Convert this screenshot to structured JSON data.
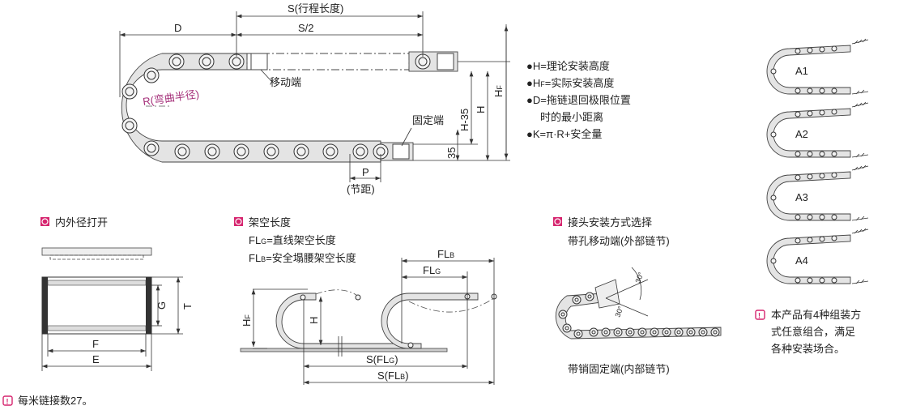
{
  "main": {
    "stroke_label": "S(行程长度)",
    "half_stroke": "S/2",
    "d_label": "D",
    "radius_label": "R(弯曲半径)",
    "moving_end": "移动端",
    "fixed_end": "固定端",
    "pitch": "P",
    "pitch_cn": "(节距)",
    "h35": "H-35",
    "h": "H",
    "hf_h": "H",
    "hf_f": "F",
    "dim35": "35"
  },
  "legend": [
    {
      "pre": "●H=",
      "text": "理论安装高度"
    },
    {
      "pre": "●H",
      "sub": "F",
      "text": "=实际安装高度"
    },
    {
      "pre": "●D=",
      "text": "拖链退回极限位置"
    },
    {
      "pre": "",
      "text": "时的最小距离"
    },
    {
      "pre": "●K=π·R+",
      "text": "安全量"
    }
  ],
  "open": {
    "title": "内外径打开",
    "F": "F",
    "E": "E",
    "G": "G",
    "T": "T"
  },
  "span": {
    "title": "架空长度",
    "line1_a": "FL",
    "line1_sub": "G",
    "line1_b": "=直线架空长度",
    "line2_a": "FL",
    "line2_sub": "B",
    "line2_b": "=安全塌腰架空长度",
    "flb": "FL",
    "flb_sub": "B",
    "flg": "FL",
    "flg_sub": "G",
    "sflg": "S(FL",
    "sflg_sub": "G",
    "sflg_end": ")",
    "sflb": "S(FL",
    "sflb_sub": "B",
    "sflb_end": ")",
    "hf": "H",
    "hf_sub": "F",
    "h": "H"
  },
  "mount": {
    "title": "接头安装方式选择",
    "top": "带孔移动端(外部链节)",
    "bottom": "带销固定端(内部链节)",
    "angle1": "30°",
    "angle2": "30°"
  },
  "assembly": {
    "items": [
      "A1",
      "A2",
      "A3",
      "A4"
    ],
    "note": [
      "本产品有4种组装方",
      "式任意组合，满足",
      "各种安装场合。"
    ]
  },
  "footer": {
    "note": "每米链接数27。"
  },
  "colors": {
    "accent": "#d6246e"
  }
}
